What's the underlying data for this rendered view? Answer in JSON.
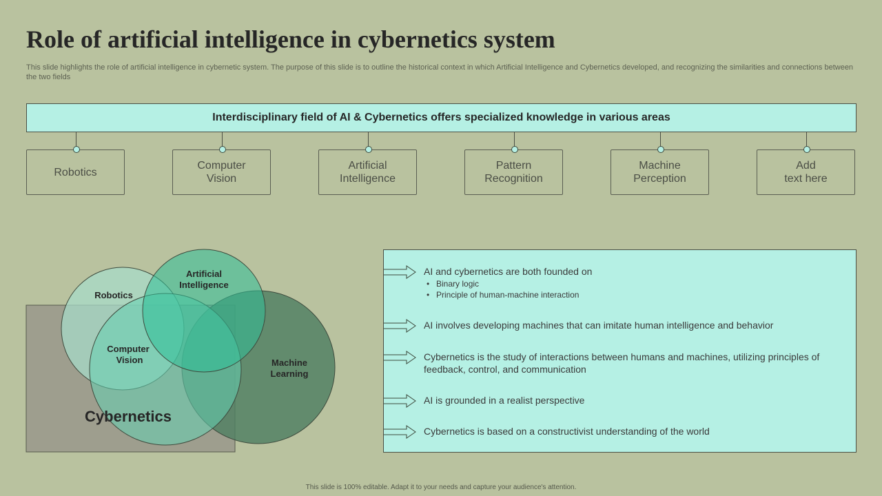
{
  "header": {
    "title": "Role of artificial intelligence in cybernetics system",
    "subtitle": "This slide highlights the role of artificial intelligence in cybernetic system. The purpose of this slide is to outline the historical context in which Artificial Intelligence and Cybernetics developed, and recognizing the similarities and connections between the two fields"
  },
  "banner": {
    "text": "Interdisciplinary  field  of AI & Cybernetics offers specialized knowledge in various areas"
  },
  "areas": [
    {
      "label": "Robotics"
    },
    {
      "label": "Computer\nVision"
    },
    {
      "label": "Artificial\nIntelligence"
    },
    {
      "label": "Pattern\nRecognition"
    },
    {
      "label": "Machine\nPerception"
    },
    {
      "label": "Add\ntext here"
    }
  ],
  "venn": {
    "cybernetics": "Cybernetics",
    "robotics": "Robotics",
    "ai_line1": "Artificial",
    "ai_line2": "Intelligence",
    "cv_line1": "Computer",
    "cv_line2": "Vision",
    "ml_line1": "Machine",
    "ml_line2": "Learning"
  },
  "panel": {
    "items": [
      {
        "text": "AI and cybernetics are both founded on",
        "bullets": [
          "Binary logic",
          "Principle  of human-machine  interaction"
        ]
      },
      {
        "text": " AI involves developing machines that can imitate human intelligence  and behavior"
      },
      {
        "text": "Cybernetics is the study of interactions between humans and machines, utilizing principles of feedback, control, and communication"
      },
      {
        "text": "AI is grounded in a realist perspective"
      },
      {
        "text": "Cybernetics is based on a constructivist understanding of the world"
      }
    ]
  },
  "footer": {
    "text": "This slide is 100% editable.  Adapt it to your needs and capture your audience's attention."
  },
  "colors": {
    "background": "#b9c29f",
    "accent_light": "#b5f0e4",
    "accent_teal": "#3cc4a0",
    "dark_green": "#5a8a6d",
    "grey_box": "#9e9e8e"
  }
}
